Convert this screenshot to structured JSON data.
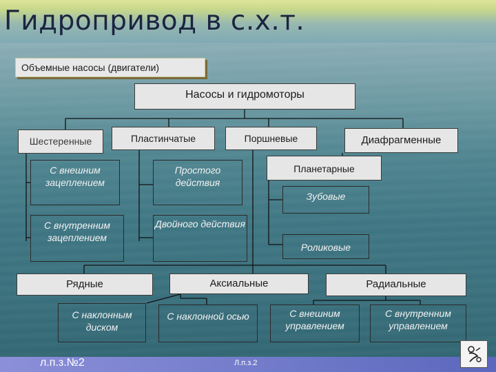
{
  "slide": {
    "title": "Гидропривод в с.х.т.",
    "legend": "Объемные насосы (двигатели)",
    "footer_left": "л.п.з.№2",
    "footer_center": "Л.п.з.2"
  },
  "diagram": {
    "root": "Насосы и гидромоторы",
    "gear": "Шестеренные",
    "vane": "Пластинчатые",
    "piston": "Поршневые",
    "diaphragm": "Диафрагменные",
    "external_mesh": "С внешним зацеплением",
    "internal_mesh": "С внутренним зацеплением",
    "single_action": "Простого действия",
    "double_action": "Двойного действия",
    "planetary": "Планетарные",
    "toothed": "Зубовые",
    "roller": "Роликовые",
    "inline": "Рядные",
    "axial": "Аксиальные",
    "radial": "Радиальные",
    "inclined_disk": "С наклонным диском",
    "inclined_axis": "С наклонной осью",
    "external_control": "С внешним управлением",
    "internal_control": "С внутренним управлением"
  },
  "icons": {
    "logo": "figure-logo-icon"
  }
}
